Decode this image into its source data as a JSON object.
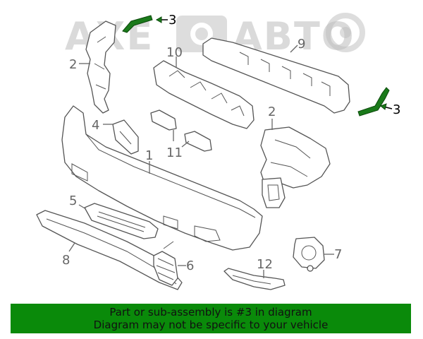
{
  "watermark": {
    "left_text": "AXE",
    "right_text": "АВТО"
  },
  "callouts": {
    "c3_top": "3",
    "c3_right": "3",
    "c2_left": "2",
    "c10": "10",
    "c9": "9",
    "c2_right": "2",
    "c4": "4",
    "c1": "1",
    "c11": "11",
    "c5": "5",
    "c6": "6",
    "c7": "7",
    "c8": "8",
    "c12": "12"
  },
  "banner": {
    "line1": "Part or sub-assembly is #3 in diagram",
    "line2": "Diagram may not be specific to your vehicle"
  },
  "colors": {
    "highlight": "#1a7a1a",
    "banner_bg": "#0a8a0a",
    "line": "#555555"
  }
}
